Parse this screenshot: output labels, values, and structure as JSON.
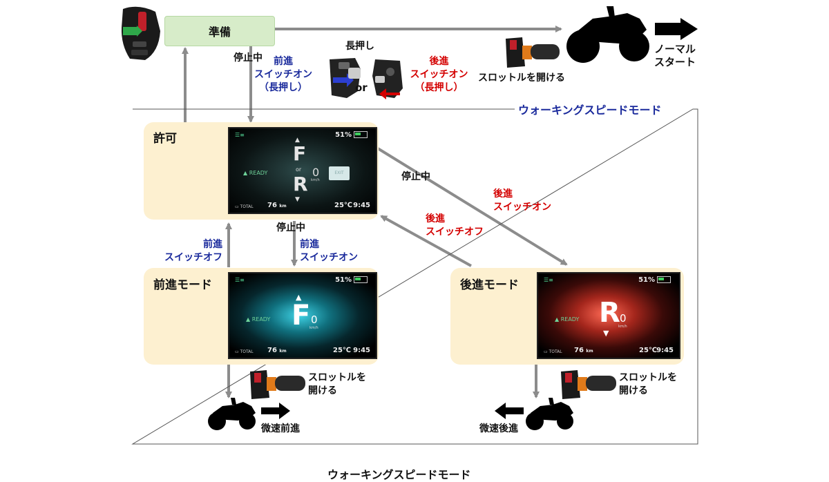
{
  "junbi": "準備",
  "long_press": "長押し",
  "or": "or",
  "teishichu": "停止中",
  "forward_sw_on_long": [
    "前進",
    "スイッチオン",
    "（長押し）"
  ],
  "reverse_sw_on_long": [
    "後進",
    "スイッチオン",
    "（長押し）"
  ],
  "throttle_open_normal": "スロットルを開ける",
  "normal_start": [
    "ノーマル",
    "スタート"
  ],
  "region_title": "ウォーキングスピードモード",
  "kyoka": "許可",
  "forward_mode": "前進モード",
  "reverse_mode": "後進モード",
  "reverse_sw_on": [
    "後進",
    "スイッチオン"
  ],
  "reverse_sw_off": [
    "後進",
    "スイッチオフ"
  ],
  "forward_sw_off": [
    "前進",
    "スイッチオフ"
  ],
  "forward_sw_on": [
    "前進",
    "スイッチオン"
  ],
  "throttle_open_two_line": [
    "スロットルを",
    "開ける"
  ],
  "slow_forward": "微速前進",
  "slow_reverse": "微速後進",
  "caption": "ウォーキングスピードモード",
  "lcd": {
    "battery": "51%",
    "ready": "READY",
    "speed": "0",
    "unit": "km/h",
    "odo": "76",
    "odo_unit": "km",
    "temp": "25℃",
    "time": "9:45",
    "total": "TOTAL",
    "letter_f": "F",
    "letter_r": "R",
    "or_small": "or",
    "exit": "EXIT"
  },
  "colors": {
    "blue_text": "#1a2a9c",
    "red_text": "#d40000",
    "state_bg": "#fdf0d0",
    "junbi_bg": "#d7ecc9",
    "arrow": "#8c8c8c"
  }
}
